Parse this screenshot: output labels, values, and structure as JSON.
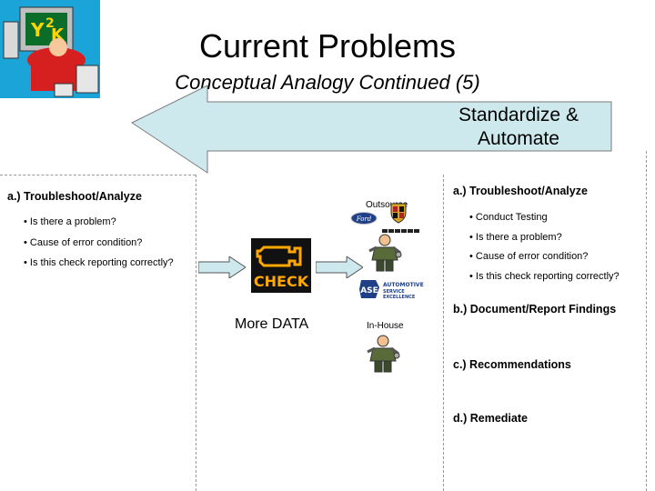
{
  "title": "Current Problems",
  "subtitle": "Conceptual Analogy Continued (5)",
  "arrow_label_line1": "Standardize &",
  "arrow_label_line2": "Automate",
  "left_panel": {
    "heading": "a.) Troubleshoot/Analyze",
    "bullets": [
      "• Is there a problem?",
      "• Cause of error condition?",
      "• Is this check reporting correctly?"
    ]
  },
  "center": {
    "check_text": "CHECK",
    "more_data": "More DATA"
  },
  "middle": {
    "outsource": "Outsource",
    "inhouse": "In-House",
    "ford_text": "Ford",
    "ase_text": "ASE",
    "ase_desc": [
      "AUTOMOTIVE",
      "SERVICE",
      "EXCELLENCE"
    ]
  },
  "right_panel": {
    "heading_a": "a.) Troubleshoot/Analyze",
    "bullets": [
      "• Conduct Testing",
      "• Is there a problem?",
      "• Cause of error condition?",
      "• Is this check reporting correctly?"
    ],
    "heading_b": "b.) Document/Report Findings",
    "heading_c": "c.) Recommendations",
    "heading_d": "d.) Remediate"
  },
  "colors": {
    "arrow_fill": "#cde9ee",
    "logo_bg": "#1ba4d8",
    "check_amber": "#ffa800",
    "ford_blue": "#1f3f87"
  }
}
